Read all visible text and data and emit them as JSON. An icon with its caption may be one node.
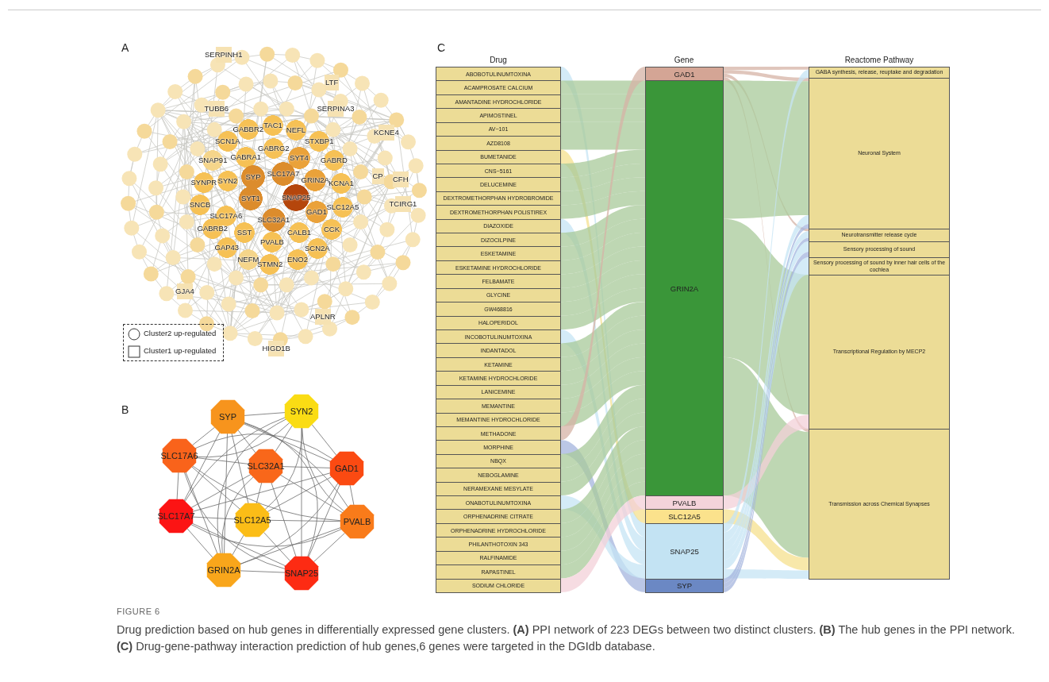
{
  "diagram": {
    "title": "FIGURE 6",
    "caption": "Drug prediction based on hub genes in differentially expressed gene clusters. **(A)** PPI network of 223 DEGs between two distinct clusters. **(B)** The hub genes in the PPI network. **(C)** Drug-gene-pathway interaction prediction of hub genes,6 genes were targeted in the DGIdb database.",
    "nodes": [
      {
        "text": [
          "SERPINH1"
        ]
      },
      {
        "text": [
          "LTF"
        ]
      },
      {
        "text": [
          "TUBB6"
        ]
      },
      {
        "text": [
          "SERPINA3"
        ]
      },
      {
        "text": [
          "KCNE4"
        ]
      },
      {
        "text": [
          "GABBR2"
        ]
      },
      {
        "text": [
          "TAC1"
        ]
      },
      {
        "text": [
          "NEFL"
        ]
      },
      {
        "text": [
          "STXBP1"
        ]
      },
      {
        "text": [
          "SCN1A"
        ]
      },
      {
        "text": [
          "GABRG2"
        ]
      },
      {
        "text": [
          "SNAP91"
        ]
      },
      {
        "text": [
          "GABRA1"
        ]
      },
      {
        "text": [
          "SYT4"
        ]
      },
      {
        "text": [
          "GABRD"
        ]
      },
      {
        "text": [
          "CP"
        ]
      },
      {
        "text": [
          "CFH"
        ]
      },
      {
        "text": [
          "SYNPR"
        ]
      },
      {
        "text": [
          "SYN2"
        ]
      },
      {
        "text": [
          "SYP"
        ]
      },
      {
        "text": [
          "SLC17A7"
        ]
      },
      {
        "text": [
          "GRIN2A"
        ]
      },
      {
        "text": [
          "KCNA1"
        ]
      },
      {
        "text": [
          "SNAP25"
        ]
      },
      {
        "text": [
          "TCIRG1"
        ]
      },
      {
        "text": [
          "SNCB"
        ]
      },
      {
        "text": [
          "SLC17A6"
        ]
      },
      {
        "text": [
          "SYT1"
        ]
      },
      {
        "text": [
          "GAD1"
        ]
      },
      {
        "text": [
          "SLC12A5"
        ]
      },
      {
        "text": [
          "SLC32A1"
        ]
      },
      {
        "text": [
          "GABRB2"
        ]
      },
      {
        "text": [
          "SST"
        ]
      },
      {
        "text": [
          "CALB1"
        ]
      },
      {
        "text": [
          "CCK"
        ]
      },
      {
        "text": [
          "PVALB"
        ]
      },
      {
        "text": [
          "GAP43"
        ]
      },
      {
        "text": [
          "SCN2A"
        ]
      },
      {
        "text": [
          "NEFM"
        ]
      },
      {
        "text": [
          "STMN2"
        ]
      },
      {
        "text": [
          "ENO2"
        ]
      },
      {
        "text": [
          "GJA4"
        ]
      },
      {
        "text": [
          "APLNR"
        ]
      },
      {
        "text": [
          "HIGD1B"
        ]
      },
      {
        "text": [
          "SYP"
        ]
      },
      {
        "text": [
          "SYN2"
        ]
      },
      {
        "text": [
          "SLC17A6"
        ]
      },
      {
        "text": [
          "SLC32A1"
        ]
      },
      {
        "text": [
          "GAD1"
        ]
      },
      {
        "text": [
          "SLC17A7"
        ]
      },
      {
        "text": [
          "SLC12A5"
        ]
      },
      {
        "text": [
          "PVALB"
        ]
      },
      {
        "text": [
          "GRIN2A"
        ]
      },
      {
        "text": [
          "SNAP25"
        ]
      },
      {
        "text": [
          "ABOBOTULINUMTOXINA"
        ]
      },
      {
        "text": [
          "ACAMPROSATE CALCIUM"
        ]
      },
      {
        "text": [
          "AMANTADINE HYDROCHLORIDE"
        ]
      },
      {
        "text": [
          "APIMOSTINEL"
        ]
      },
      {
        "text": [
          "AV−101"
        ]
      },
      {
        "text": [
          "AZD8108"
        ]
      },
      {
        "text": [
          "BUMETANIDE"
        ]
      },
      {
        "text": [
          "CNS−5161"
        ]
      },
      {
        "text": [
          "DELUCEMINE"
        ]
      },
      {
        "text": [
          "DEXTROMETHORPHAN HYDROBROMIDE"
        ]
      },
      {
        "text": [
          "DEXTROMETHORPHAN POLISTIREX"
        ]
      },
      {
        "text": [
          "DIAZOXIDE"
        ]
      },
      {
        "text": [
          "DIZOCILPINE"
        ]
      },
      {
        "text": [
          "ESKETAMINE"
        ]
      },
      {
        "text": [
          "ESKETAMINE HYDROCHLORIDE"
        ]
      },
      {
        "text": [
          "FELBAMATE"
        ]
      },
      {
        "text": [
          "GLYCINE"
        ]
      },
      {
        "text": [
          "GW468816"
        ]
      },
      {
        "text": [
          "HALOPERIDOL"
        ]
      },
      {
        "text": [
          "INCOBOTULINUMTOXINA"
        ]
      },
      {
        "text": [
          "INDANTADOL"
        ]
      },
      {
        "text": [
          "KETAMINE"
        ]
      },
      {
        "text": [
          "KETAMINE HYDROCHLORIDE"
        ]
      },
      {
        "text": [
          "LANICEMINE"
        ]
      },
      {
        "text": [
          "MEMANTINE"
        ]
      },
      {
        "text": [
          "MEMANTINE HYDROCHLORIDE"
        ]
      },
      {
        "text": [
          "METHADONE"
        ]
      },
      {
        "text": [
          "MORPHINE"
        ]
      },
      {
        "text": [
          "NBQX"
        ]
      },
      {
        "text": [
          "NEBOGLAMINE"
        ]
      },
      {
        "text": [
          "NERAMEXANE MESYLATE"
        ]
      },
      {
        "text": [
          "ONABOTULINUMTOXINA"
        ]
      },
      {
        "text": [
          "ORPHENADRINE CITRATE"
        ]
      },
      {
        "text": [
          "ORPHENADRINE HYDROCHLORIDE"
        ]
      },
      {
        "text": [
          "PHILANTHOTOXIN 343"
        ]
      },
      {
        "text": [
          "RALFINAMIDE"
        ]
      },
      {
        "text": [
          "RAPASTINEL"
        ]
      },
      {
        "text": [
          "SODIUM CHLORIDE"
        ]
      },
      {
        "text": [
          "GAD1"
        ]
      },
      {
        "text": [
          "GRIN2A"
        ]
      },
      {
        "text": [
          "PVALB"
        ]
      },
      {
        "text": [
          "SLC12A5"
        ]
      },
      {
        "text": [
          "SNAP25"
        ]
      },
      {
        "text": [
          "SYP"
        ]
      },
      {
        "text": [
          "GABA synthesis, release, reuptake and degradation"
        ]
      },
      {
        "text": [
          "Neuronal System"
        ]
      },
      {
        "text": [
          "Neurotransmitter release cycle"
        ]
      },
      {
        "text": [
          "Sensory processing of sound"
        ]
      },
      {
        "text": [
          "Sensory processing of sound by inner hair cells of the cochlea"
        ]
      },
      {
        "text": [
          "Transcriptional Regulation by MECP2"
        ]
      },
      {
        "text": [
          "Transmission across Chemical Synapses"
        ]
      }
    ],
    "edges": [
      {
        "from": 44,
        "to": 45,
        "arrow": "none"
      },
      {
        "from": 44,
        "to": 46,
        "arrow": "none"
      },
      {
        "from": 44,
        "to": 47,
        "arrow": "none"
      },
      {
        "from": 44,
        "to": 48,
        "arrow": "none"
      },
      {
        "from": 44,
        "to": 49,
        "arrow": "none"
      },
      {
        "from": 44,
        "to": 50,
        "arrow": "none"
      },
      {
        "from": 44,
        "to": 51,
        "arrow": "none"
      },
      {
        "from": 44,
        "to": 52,
        "arrow": "none"
      },
      {
        "from": 44,
        "to": 53,
        "arrow": "none"
      },
      {
        "from": 45,
        "to": 46,
        "arrow": "none"
      },
      {
        "from": 45,
        "to": 47,
        "arrow": "none"
      },
      {
        "from": 45,
        "to": 48,
        "arrow": "none"
      },
      {
        "from": 45,
        "to": 49,
        "arrow": "none"
      },
      {
        "from": 45,
        "to": 50,
        "arrow": "none"
      },
      {
        "from": 45,
        "to": 51,
        "arrow": "none"
      },
      {
        "from": 45,
        "to": 52,
        "arrow": "none"
      },
      {
        "from": 45,
        "to": 53,
        "arrow": "none"
      },
      {
        "from": 46,
        "to": 47,
        "arrow": "none"
      },
      {
        "from": 46,
        "to": 48,
        "arrow": "none"
      },
      {
        "from": 46,
        "to": 49,
        "arrow": "none"
      },
      {
        "from": 46,
        "to": 50,
        "arrow": "none"
      },
      {
        "from": 46,
        "to": 51,
        "arrow": "none"
      },
      {
        "from": 46,
        "to": 52,
        "arrow": "none"
      },
      {
        "from": 46,
        "to": 53,
        "arrow": "none"
      },
      {
        "from": 47,
        "to": 48,
        "arrow": "none"
      },
      {
        "from": 47,
        "to": 49,
        "arrow": "none"
      },
      {
        "from": 47,
        "to": 50,
        "arrow": "none"
      },
      {
        "from": 47,
        "to": 51,
        "arrow": "none"
      },
      {
        "from": 47,
        "to": 52,
        "arrow": "none"
      },
      {
        "from": 47,
        "to": 53,
        "arrow": "none"
      },
      {
        "from": 48,
        "to": 49,
        "arrow": "none"
      },
      {
        "from": 48,
        "to": 50,
        "arrow": "none"
      },
      {
        "from": 48,
        "to": 51,
        "arrow": "none"
      },
      {
        "from": 48,
        "to": 52,
        "arrow": "none"
      },
      {
        "from": 48,
        "to": 53,
        "arrow": "none"
      },
      {
        "from": 49,
        "to": 50,
        "arrow": "none"
      },
      {
        "from": 49,
        "to": 51,
        "arrow": "none"
      },
      {
        "from": 49,
        "to": 52,
        "arrow": "none"
      },
      {
        "from": 49,
        "to": 53,
        "arrow": "none"
      },
      {
        "from": 50,
        "to": 51,
        "arrow": "none"
      },
      {
        "from": 50,
        "to": 52,
        "arrow": "none"
      },
      {
        "from": 50,
        "to": 53,
        "arrow": "none"
      },
      {
        "from": 51,
        "to": 52,
        "arrow": "none"
      },
      {
        "from": 51,
        "to": 53,
        "arrow": "none"
      },
      {
        "from": 52,
        "to": 53,
        "arrow": "none"
      },
      {
        "from": 54,
        "to": 96,
        "arrow": "none",
        "color": "#c6e4f4"
      },
      {
        "from": 55,
        "to": 93,
        "arrow": "none",
        "color": "#a8c99a"
      },
      {
        "from": 56,
        "to": 93,
        "arrow": "none",
        "color": "#a8c99a"
      },
      {
        "from": 57,
        "to": 93,
        "arrow": "none",
        "color": "#a8c99a"
      },
      {
        "from": 58,
        "to": 93,
        "arrow": "none",
        "color": "#a8c99a"
      },
      {
        "from": 59,
        "to": 93,
        "arrow": "none",
        "color": "#a8c99a"
      },
      {
        "from": 60,
        "to": 95,
        "arrow": "none",
        "color": "#f5e08e"
      },
      {
        "from": 61,
        "to": 93,
        "arrow": "none",
        "color": "#a8c99a"
      },
      {
        "from": 62,
        "to": 93,
        "arrow": "none",
        "color": "#a8c99a"
      },
      {
        "from": 63,
        "to": 93,
        "arrow": "none",
        "color": "#a8c99a"
      },
      {
        "from": 64,
        "to": 93,
        "arrow": "none",
        "color": "#a8c99a"
      },
      {
        "from": 65,
        "to": 96,
        "arrow": "none",
        "color": "#c6e4f4"
      },
      {
        "from": 66,
        "to": 93,
        "arrow": "none",
        "color": "#a8c99a"
      },
      {
        "from": 67,
        "to": 93,
        "arrow": "none",
        "color": "#a8c99a"
      },
      {
        "from": 68,
        "to": 93,
        "arrow": "none",
        "color": "#a8c99a"
      },
      {
        "from": 69,
        "to": 93,
        "arrow": "none",
        "color": "#a8c99a"
      },
      {
        "from": 70,
        "to": 93,
        "arrow": "none",
        "color": "#a8c99a"
      },
      {
        "from": 71,
        "to": 93,
        "arrow": "none",
        "color": "#a8c99a"
      },
      {
        "from": 72,
        "to": 93,
        "arrow": "none",
        "color": "#a8c99a"
      },
      {
        "from": 73,
        "to": 96,
        "arrow": "none",
        "color": "#c6e4f4"
      },
      {
        "from": 74,
        "to": 93,
        "arrow": "none",
        "color": "#a8c99a"
      },
      {
        "from": 75,
        "to": 93,
        "arrow": "none",
        "color": "#a8c99a"
      },
      {
        "from": 76,
        "to": 93,
        "arrow": "none",
        "color": "#a8c99a"
      },
      {
        "from": 77,
        "to": 93,
        "arrow": "none",
        "color": "#a8c99a"
      },
      {
        "from": 78,
        "to": 93,
        "arrow": "none",
        "color": "#a8c99a"
      },
      {
        "from": 79,
        "to": 93,
        "arrow": "none",
        "color": "#a8c99a"
      },
      {
        "from": 80,
        "to": 92,
        "arrow": "none",
        "color": "#d6b3a6"
      },
      {
        "from": 81,
        "to": 97,
        "arrow": "none",
        "color": "#a4b4de"
      },
      {
        "from": 82,
        "to": 93,
        "arrow": "none",
        "color": "#a8c99a"
      },
      {
        "from": 83,
        "to": 93,
        "arrow": "none",
        "color": "#a8c99a"
      },
      {
        "from": 84,
        "to": 93,
        "arrow": "none",
        "color": "#a8c99a"
      },
      {
        "from": 85,
        "to": 96,
        "arrow": "none",
        "color": "#c6e4f4"
      },
      {
        "from": 86,
        "to": 93,
        "arrow": "none",
        "color": "#a8c99a"
      },
      {
        "from": 87,
        "to": 93,
        "arrow": "none",
        "color": "#a8c99a"
      },
      {
        "from": 88,
        "to": 93,
        "arrow": "none",
        "color": "#a8c99a"
      },
      {
        "from": 89,
        "to": 93,
        "arrow": "none",
        "color": "#a8c99a"
      },
      {
        "from": 90,
        "to": 93,
        "arrow": "none",
        "color": "#a8c99a"
      },
      {
        "from": 91,
        "to": 94,
        "arrow": "none",
        "color": "#f3d0d8"
      },
      {
        "from": 92,
        "to": 98,
        "arrow": "none",
        "color": "#d6b3a6"
      },
      {
        "from": 92,
        "to": 99,
        "arrow": "none",
        "color": "#d6b3a6"
      },
      {
        "from": 92,
        "to": 100,
        "arrow": "none",
        "color": "#d6b3a6"
      },
      {
        "from": 92,
        "to": 104,
        "arrow": "none",
        "color": "#d6b3a6"
      },
      {
        "from": 93,
        "to": 99,
        "arrow": "none",
        "color": "#a8c99a"
      },
      {
        "from": 93,
        "to": 103,
        "arrow": "none",
        "color": "#a8c99a"
      },
      {
        "from": 93,
        "to": 104,
        "arrow": "none",
        "color": "#a8c99a"
      },
      {
        "from": 94,
        "to": 103,
        "arrow": "none",
        "color": "#f3d0d8"
      },
      {
        "from": 95,
        "to": 104,
        "arrow": "none",
        "color": "#f5e08e"
      },
      {
        "from": 96,
        "to": 98,
        "arrow": "none",
        "color": "#c6e4f4"
      },
      {
        "from": 96,
        "to": 99,
        "arrow": "none",
        "color": "#c6e4f4"
      },
      {
        "from": 96,
        "to": 100,
        "arrow": "none",
        "color": "#c6e4f4"
      },
      {
        "from": 96,
        "to": 101,
        "arrow": "none",
        "color": "#c6e4f4"
      },
      {
        "from": 96,
        "to": 102,
        "arrow": "none",
        "color": "#c6e4f4"
      },
      {
        "from": 96,
        "to": 104,
        "arrow": "none",
        "color": "#c6e4f4"
      },
      {
        "from": 97,
        "to": 99,
        "arrow": "none",
        "color": "#a4b4de"
      },
      {
        "from": 97,
        "to": 100,
        "arrow": "none",
        "color": "#a4b4de"
      },
      {
        "from": 97,
        "to": 101,
        "arrow": "none",
        "color": "#a4b4de"
      }
    ],
    "labels": [
      "A",
      "B",
      "C",
      "Drug",
      "Gene",
      "Reactome Pathway"
    ],
    "legend": [
      {
        "text": "Cluster2 up-regulated"
      },
      {
        "text": "Cluster1 up-regulated"
      }
    ]
  }
}
